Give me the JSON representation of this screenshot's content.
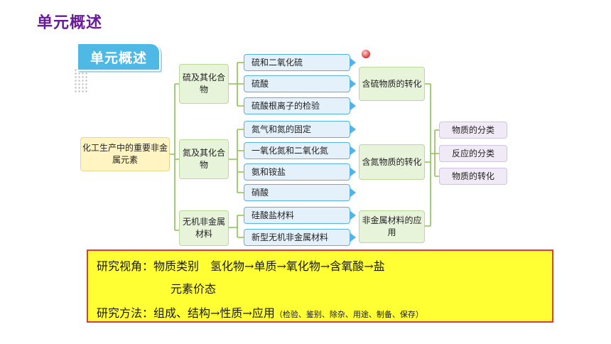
{
  "page_title": "单元概述",
  "badge_label": "单元概述",
  "root": "化工生产中的重要非金属元素",
  "groups": [
    {
      "label": "硫及其化合物",
      "items": [
        "硫和二氧化硫",
        "硫酸",
        "硫酸根离子的检验"
      ],
      "transform": "含硫物质的转化"
    },
    {
      "label": "氮及其化合物",
      "items": [
        "氮气和氮的固定",
        "一氧化氮和二氧化氮",
        "氨和铵盐",
        "硝酸"
      ],
      "transform": "含氮物质的转化"
    },
    {
      "label": "无机非金属材料",
      "items": [
        "硅酸盐材料",
        "新型无机非金属材料"
      ],
      "transform": "非金属材料的应用"
    }
  ],
  "outcomes": [
    "物质的分类",
    "反应的分类",
    "物质的转化"
  ],
  "info": {
    "perspective_label": "研究视角：",
    "perspective_a": "物质类别",
    "perspective_chain": "氢化物→单质→氧化物→含氧酸→盐",
    "perspective_b": "元素价态",
    "method_label": "研究方法：",
    "method_chain": "组成、结构→性质→应用",
    "method_note": "（检验、鉴别、除杂、用途、制备、保存）"
  },
  "colors": {
    "title": "#6a1b9a",
    "badge": "#4fb9e6",
    "connector": "#8bc34a",
    "arrow": "#53b3e6",
    "info_bg": "#ffff33",
    "info_border": "#e53935"
  }
}
